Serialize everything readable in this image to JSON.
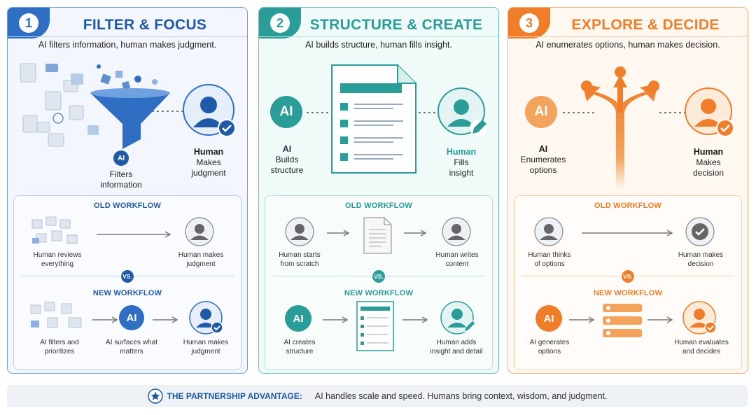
{
  "colors": {
    "blue": "#2e6fc4",
    "teal": "#2a9d99",
    "orange": "#f07d28",
    "navy": "#1f5aa8"
  },
  "panels": [
    {
      "num": "1",
      "title": "FILTER & FOCUS",
      "subtitle": "AI filters information, human makes judgment.",
      "ai_badge": "AI",
      "ai_desc_1": "Filters",
      "ai_desc_2": "information",
      "human_title": "Human",
      "human_desc_1": "Makes",
      "human_desc_2": "judgment",
      "old_label": "OLD WORKFLOW",
      "old_left": "Human reviews\neverything",
      "old_right": "Human makes\njudgment",
      "vs": "VS.",
      "new_label": "NEW WORKFLOW",
      "new_left": "AI filters and\nprioritizes",
      "new_mid_badge": "AI",
      "new_mid": "AI surfaces what\nmatters",
      "new_right": "Human makes\njudgment"
    },
    {
      "num": "2",
      "title": "STRUCTURE & CREATE",
      "subtitle": "AI builds structure, human fills insight.",
      "ai_badge": "AI",
      "ai_title": "AI",
      "ai_desc_1": "Builds",
      "ai_desc_2": "structure",
      "human_title": "Human",
      "human_desc_1": "Fills",
      "human_desc_2": "insight",
      "old_label": "OLD WORKFLOW",
      "old_left": "Human starts\nfrom scratch",
      "old_right": "Human writes\ncontent",
      "vs": "VS.",
      "new_label": "NEW WORKFLOW",
      "new_left_badge": "AI",
      "new_left": "AI creates\nstructure",
      "new_right": "Human adds\ninsight and detail"
    },
    {
      "num": "3",
      "title": "EXPLORE & DECIDE",
      "subtitle": "AI enumerates options, human makes decision.",
      "ai_badge": "AI",
      "ai_title": "AI",
      "ai_desc_1": "Enumerates",
      "ai_desc_2": "options",
      "human_title": "Human",
      "human_desc_1": "Makes",
      "human_desc_2": "decision",
      "old_label": "OLD WORKFLOW",
      "old_left": "Human thinks\nof options",
      "old_right": "Human makes\ndecision",
      "vs": "VS.",
      "new_label": "NEW WORKFLOW",
      "new_left_badge": "AI",
      "new_left": "AI generates\noptions",
      "new_right": "Human evaluates\nand decides"
    }
  ],
  "footer": {
    "title": "THE PARTNERSHIP ADVANTAGE:",
    "text": "AI handles scale and speed.  Humans bring context, wisdom, and judgment.",
    "icon": "star-icon"
  }
}
